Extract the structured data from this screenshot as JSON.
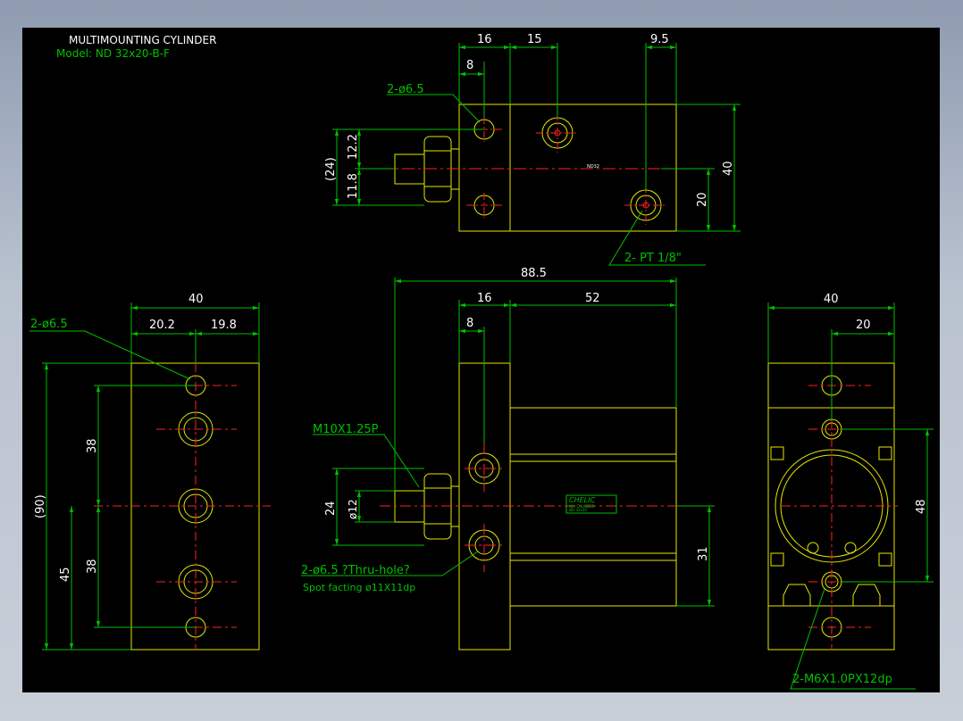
{
  "title_block": {
    "title": "MULTIMOUNTING CYLINDER",
    "model": "Model: ND 32x20-B-F"
  },
  "colors": {
    "background": "#000000",
    "outline": "#e6e600",
    "dimension": "#00c000",
    "centerline": "#ff2020",
    "text_white": "#ffffff"
  },
  "top_view": {
    "dims": {
      "d16": "16",
      "d15": "15",
      "d9_5": "9.5",
      "d8": "8",
      "hole": "2-ø6.5",
      "d12_2": "12.2",
      "d11_8": "11.8",
      "d24": "(24)",
      "d40": "40",
      "d20": "20",
      "port": "2-  PT 1/8\"",
      "small_mark": "ND32"
    }
  },
  "left_view": {
    "dims": {
      "d40": "40",
      "d20_2": "20.2",
      "d19_8": "19.8",
      "hole": "2-ø6.5",
      "d90": "(90)",
      "d38a": "38",
      "d38b": "38",
      "d45": "45"
    }
  },
  "front_view": {
    "dims": {
      "d88_5": "88.5",
      "d16": "16",
      "d52": "52",
      "d8": "8",
      "thread": "M10X1.25P",
      "d24": "24",
      "d12": "ø12",
      "hole_note": "2-ø6.5 ?Thru-hole?",
      "spot": "Spot facting  ø11X11dp",
      "d31": "31",
      "brand": "CHELIC",
      "label_line1": "NIH CYLINDER",
      "label_line2": "ND 32x20"
    }
  },
  "right_view": {
    "dims": {
      "d40": "40",
      "d20": "20",
      "d48": "48",
      "tap": "2-M6X1.0PX12dp"
    }
  }
}
